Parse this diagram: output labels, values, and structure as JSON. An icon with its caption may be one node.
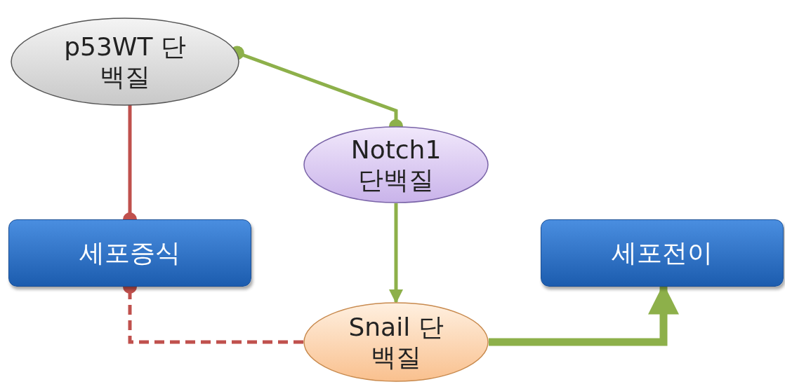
{
  "diagram": {
    "nodes": [
      {
        "text": [
          "p53WT 단백질"
        ]
      },
      {
        "text": [
          "Notch1 단백질"
        ]
      },
      {
        "text": [
          "세포증식"
        ]
      },
      {
        "text": [
          "세포전이"
        ]
      },
      {
        "text": [
          "Snail 단백질"
        ]
      }
    ],
    "edges": [
      {
        "from": 0,
        "to": 1,
        "arrow": "other"
      },
      {
        "from": 0,
        "to": 2,
        "arrow": "other",
        "color": "#c0504d"
      },
      {
        "from": 1,
        "to": 4,
        "arrow": "to"
      },
      {
        "from": 4,
        "to": 2,
        "arrow": "other",
        "style": "dashed",
        "color": "#c0504d"
      },
      {
        "from": 4,
        "to": 3,
        "arrow": "to",
        "style": "thick"
      }
    ]
  }
}
